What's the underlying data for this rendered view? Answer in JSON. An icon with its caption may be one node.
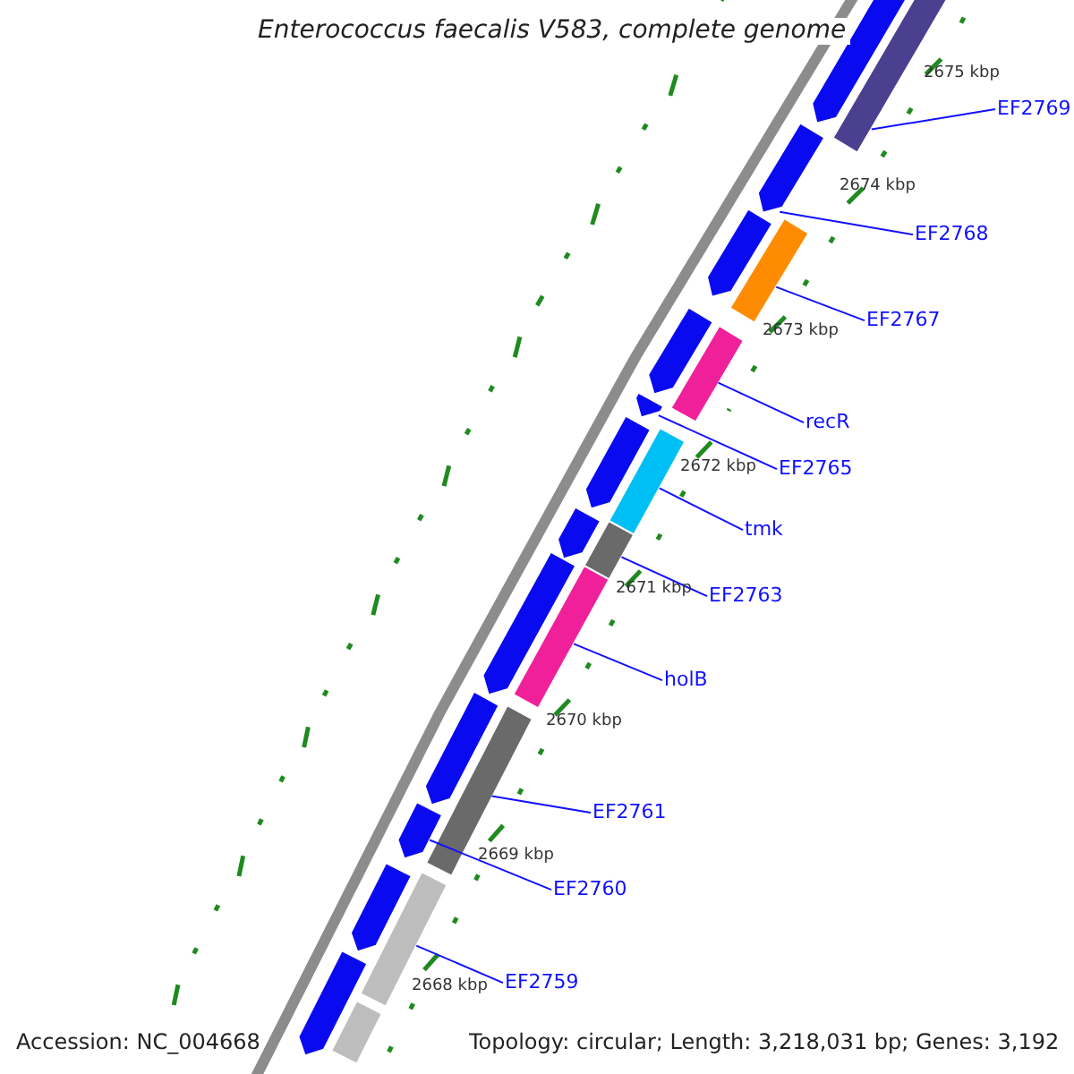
{
  "diagram": {
    "title": "Enterococcus faecalis V583, complete genome",
    "nodes": [
      {
        "text": [
          "EF2769"
        ]
      },
      {
        "text": [
          "EF2768"
        ]
      },
      {
        "text": [
          "EF2767"
        ]
      },
      {
        "text": [
          "recR"
        ]
      },
      {
        "text": [
          "EF2765"
        ]
      },
      {
        "text": [
          "tmk"
        ]
      },
      {
        "text": [
          "EF2763"
        ]
      },
      {
        "text": [
          "holB"
        ]
      },
      {
        "text": [
          "EF2761"
        ]
      },
      {
        "text": [
          "EF2760"
        ]
      },
      {
        "text": [
          "EF2759"
        ]
      },
      {
        "text": [],
        "shape": "bar"
      },
      {
        "text": [],
        "shape": "pentagon"
      },
      {
        "text": [],
        "shape": "pentagon"
      },
      {
        "text": [],
        "shape": "bar"
      },
      {
        "text": [],
        "shape": "pentagon"
      },
      {
        "text": [],
        "shape": "pentagon"
      },
      {
        "text": [],
        "shape": "bar"
      },
      {
        "text": [],
        "shape": "pentagon"
      },
      {
        "text": [],
        "shape": "bar"
      },
      {
        "text": [],
        "shape": "pentagon"
      },
      {
        "text": [],
        "shape": "bar"
      },
      {
        "text": [],
        "shape": "pentagon"
      },
      {
        "text": [],
        "shape": "bar"
      },
      {
        "text": [],
        "shape": "pentagon"
      },
      {
        "text": [],
        "shape": "bar"
      },
      {
        "text": [],
        "shape": "pentagon"
      },
      {
        "text": [],
        "shape": "pentagon"
      },
      {
        "text": [],
        "shape": "bar"
      },
      {
        "text": [],
        "shape": "pentagon"
      },
      {
        "text": [],
        "shape": "pentagon"
      },
      {
        "text": [],
        "shape": "bar"
      }
    ],
    "edges": [
      {
        "from": 0,
        "to": 11,
        "arrow": "none"
      },
      {
        "from": 1,
        "to": 13,
        "arrow": "none"
      },
      {
        "from": 2,
        "to": 14,
        "arrow": "none"
      },
      {
        "from": 3,
        "to": 17,
        "arrow": "none"
      },
      {
        "from": 4,
        "to": 18,
        "arrow": "none"
      },
      {
        "from": 5,
        "to": 19,
        "arrow": "none"
      },
      {
        "from": 6,
        "to": 21,
        "arrow": "none"
      },
      {
        "from": 7,
        "to": 23,
        "arrow": "none"
      },
      {
        "from": 8,
        "to": 25,
        "arrow": "none"
      },
      {
        "from": 9,
        "to": 27,
        "arrow": "none"
      },
      {
        "from": 10,
        "to": 28,
        "arrow": "none"
      }
    ],
    "labels": [
      "2675 kbp",
      "2674 kbp",
      "2673 kbp",
      "2672 kbp",
      "2671 kbp",
      "2670 kbp",
      "2669 kbp",
      "2668 kbp",
      "Accession: NC_004668",
      "Topology: circular; Length: 3,218,031 bp; Genes: 3,192"
    ]
  }
}
